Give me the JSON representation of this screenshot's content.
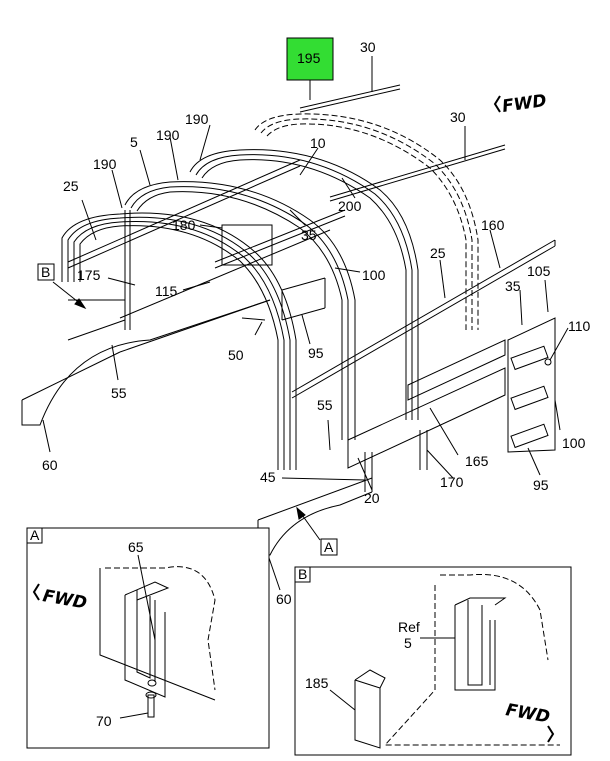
{
  "highlight_color": "#33dd33",
  "highlighted_part": "195",
  "fwd_label": "FWD",
  "callouts": {
    "c30a": "30",
    "c30b": "30",
    "c190a": "190",
    "c190b": "190",
    "c190c": "190",
    "c5": "5",
    "c10": "10",
    "c25a": "25",
    "c25b": "25",
    "c200": "200",
    "c180": "180",
    "c35a": "35",
    "c35b": "35",
    "c160": "160",
    "c175": "175",
    "c115": "115",
    "c100a": "100",
    "c100b": "100",
    "c105": "105",
    "c110": "110",
    "c50": "50",
    "c95a": "95",
    "c95b": "95",
    "c55a": "55",
    "c55b": "55",
    "c60a": "60",
    "c60b": "60",
    "c165": "165",
    "c170": "170",
    "c45": "45",
    "c20": "20"
  },
  "view_refs": {
    "main_a": "A",
    "main_b": "B"
  },
  "detail_a": {
    "tag": "A",
    "c65": "65",
    "c70": "70"
  },
  "detail_b": {
    "tag": "B",
    "ref_word": "Ref",
    "ref_num": "5",
    "c185": "185"
  }
}
